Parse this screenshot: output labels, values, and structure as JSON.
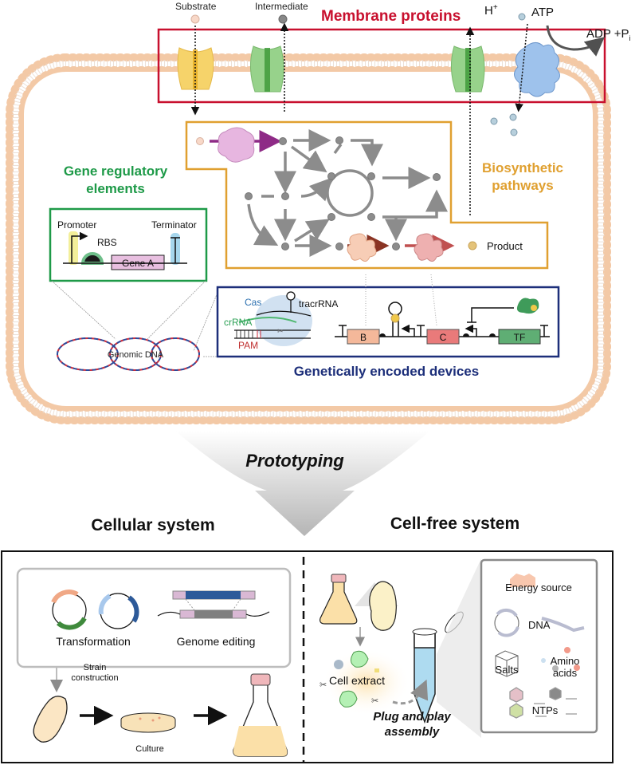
{
  "membrane": {
    "title": "Membrane proteins",
    "substrate_label": "Substrate",
    "intermediate_label": "Intermediate",
    "proton_label": "H",
    "proton_charge": "+",
    "atp_label": "ATP",
    "adp_label": "ADP +P",
    "adp_subscript": "i"
  },
  "pathways": {
    "title_line1": "Biosynthetic",
    "title_line2": "pathways",
    "product_label": "Product"
  },
  "gene_regulatory": {
    "title_line1": "Gene regulatory",
    "title_line2": "elements",
    "promoter": "Promoter",
    "rbs": "RBS",
    "terminator": "Terminator",
    "gene": "Gene A",
    "genomic_dna": "Genomic DNA"
  },
  "devices": {
    "title": "Genetically encoded devices",
    "cas": "Cas",
    "tracrrna": "tracrRNA",
    "crrna": "crRNA",
    "pam": "PAM",
    "gene_b": "B",
    "gene_c": "C",
    "gene_tf": "TF"
  },
  "prototyping": {
    "label": "Prototyping",
    "cellular_title": "Cellular system",
    "cellfree_title": "Cell-free system"
  },
  "cellular": {
    "transformation": "Transformation",
    "genome_editing": "Genome editing",
    "strain_line1": "Strain",
    "strain_line2": "construction",
    "culture": "Culture"
  },
  "cellfree": {
    "cell_extract": "Cell extract",
    "plug_line1": "Plug and play",
    "plug_line2": "assembly",
    "energy_source": "Energy source",
    "dna": "DNA",
    "salts": "Salts",
    "amino_line1": "Amino",
    "amino_line2": "acids",
    "ntps": "NTPs"
  },
  "colors": {
    "membrane_red": "#c8102e",
    "pathway_gold": "#e0a030",
    "gene_green": "#1e9a48",
    "device_navy": "#1d2f7a",
    "lipid": "#f3c9a6"
  }
}
